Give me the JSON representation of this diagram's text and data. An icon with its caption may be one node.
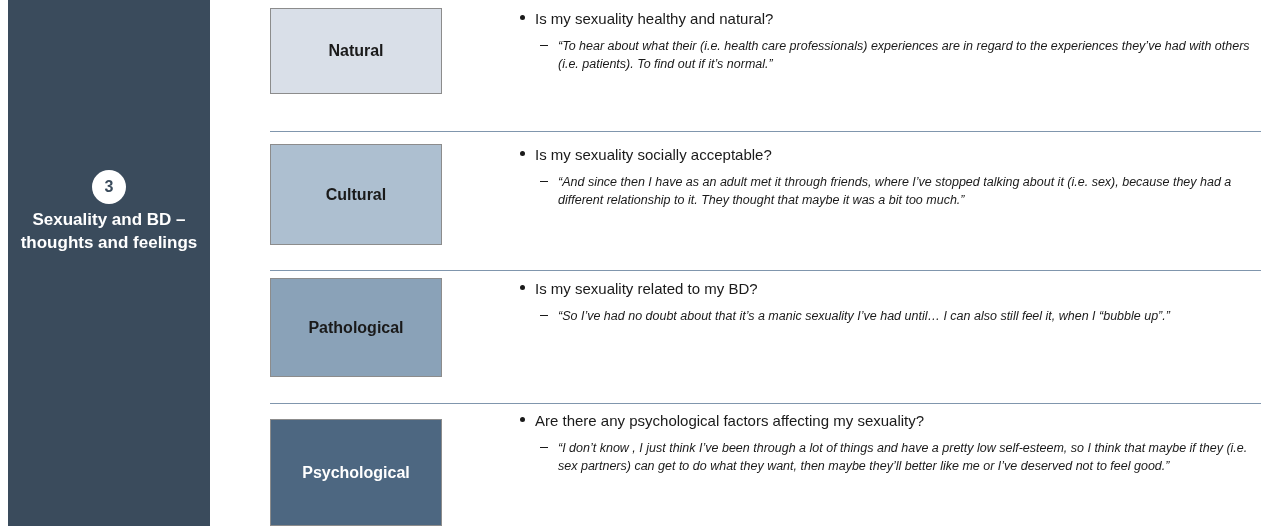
{
  "diagram": {
    "nodes": [
      {
        "text": [
          "Sexuality and BD – thoughts and feelings"
        ]
      },
      {
        "text": [
          "3"
        ],
        "in": 0
      },
      {
        "text": [
          "Natural"
        ]
      },
      {
        "text": [
          "Cultural"
        ]
      },
      {
        "text": [
          "Pathological"
        ]
      },
      {
        "text": [
          "Psychological"
        ]
      }
    ],
    "labels": [
      "Is my sexuality healthy and natural?",
      "“To hear about what their (i.e. health care professionals) experiences  are in regard to the experiences they’ve had with others (i.e. patients). To find out if it’s normal.”",
      "Is my sexuality socially acceptable?",
      "“And since then I have as an adult  met it through friends, where I’ve stopped talking about it (i.e. sex), because they had a different relationship to it. They thought that maybe it was a bit too much.”",
      "Is my sexuality related to my BD?",
      "“So I’ve had no doubt about that it’s a manic sexuality I’ve had until… I can also still feel it, when I “bubble up”.”",
      "Are there any psychological factors affecting my sexuality?",
      "“I don’t know , I just think I’ve been through a lot of things and have a pretty low self-esteem, so I think that maybe if they (i.e. sex partners) can get to do what they want, then maybe they’ll better like me or I’ve deserved not to feel good.”"
    ]
  }
}
